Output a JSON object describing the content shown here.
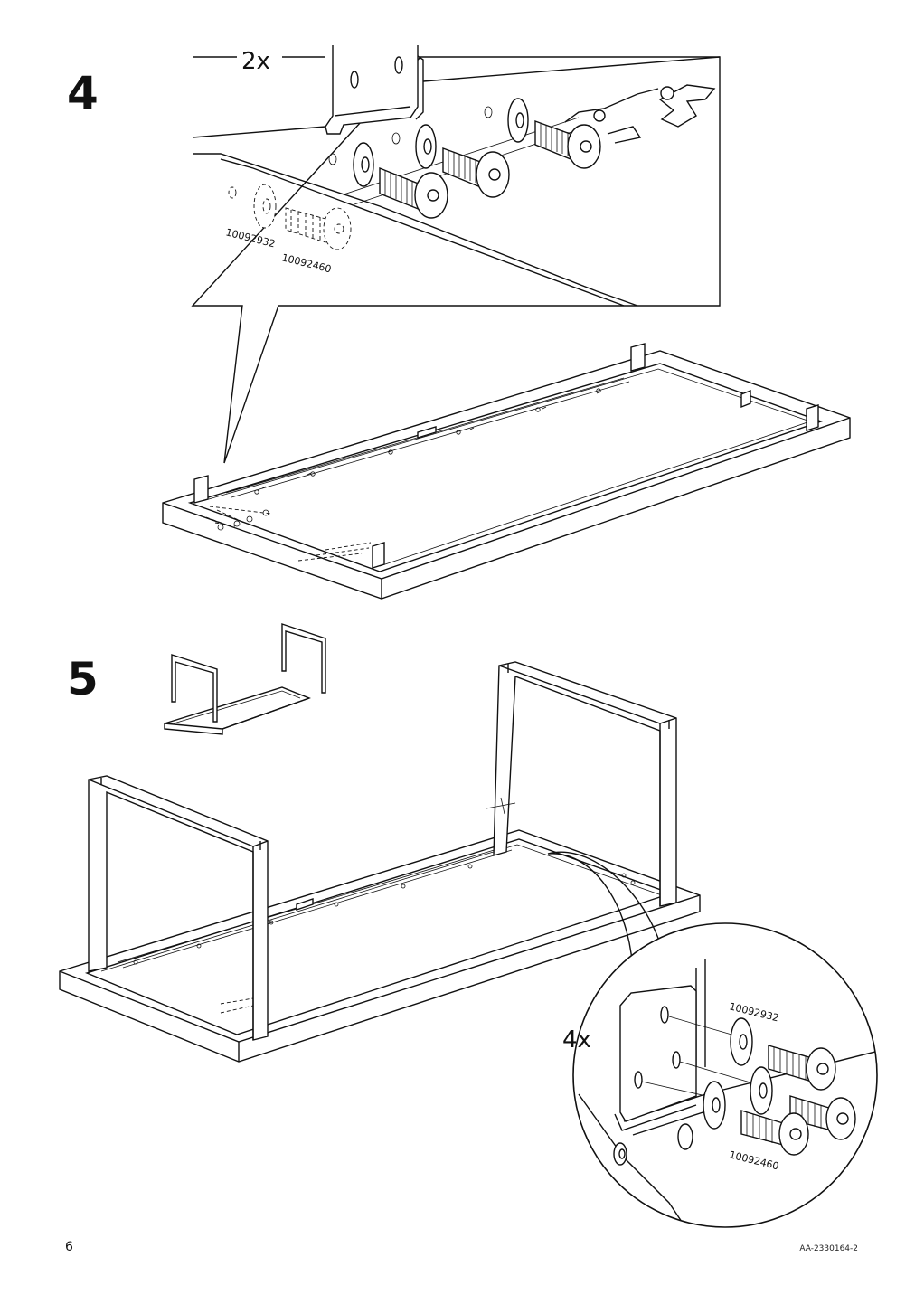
{
  "page": {
    "page_number": "6",
    "document_code": "AA-2330164-2"
  },
  "step4": {
    "number": "4",
    "quantity": "2x",
    "part_washer": "10092932",
    "part_bolt": "10092460"
  },
  "step5": {
    "number": "5",
    "quantity": "4x",
    "part_washer": "10092932",
    "part_bolt": "10092460"
  },
  "icons": [
    "bolt-icon",
    "washer-icon",
    "bracket-icon",
    "table-frame-icon",
    "table-leg-icon"
  ]
}
